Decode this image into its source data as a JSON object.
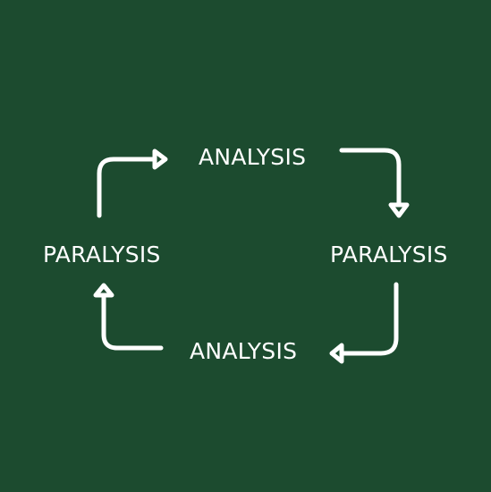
{
  "diagram": {
    "background_color": "#1c4b2f",
    "foreground_color": "#ffffff",
    "nodes": {
      "top": "ANALYSIS",
      "right": "PARALYSIS",
      "bottom": "ANALYSIS",
      "left": "PARALYSIS"
    },
    "flow": "clockwise cycle: ANALYSIS → PARALYSIS → ANALYSIS → PARALYSIS → ANALYSIS"
  }
}
